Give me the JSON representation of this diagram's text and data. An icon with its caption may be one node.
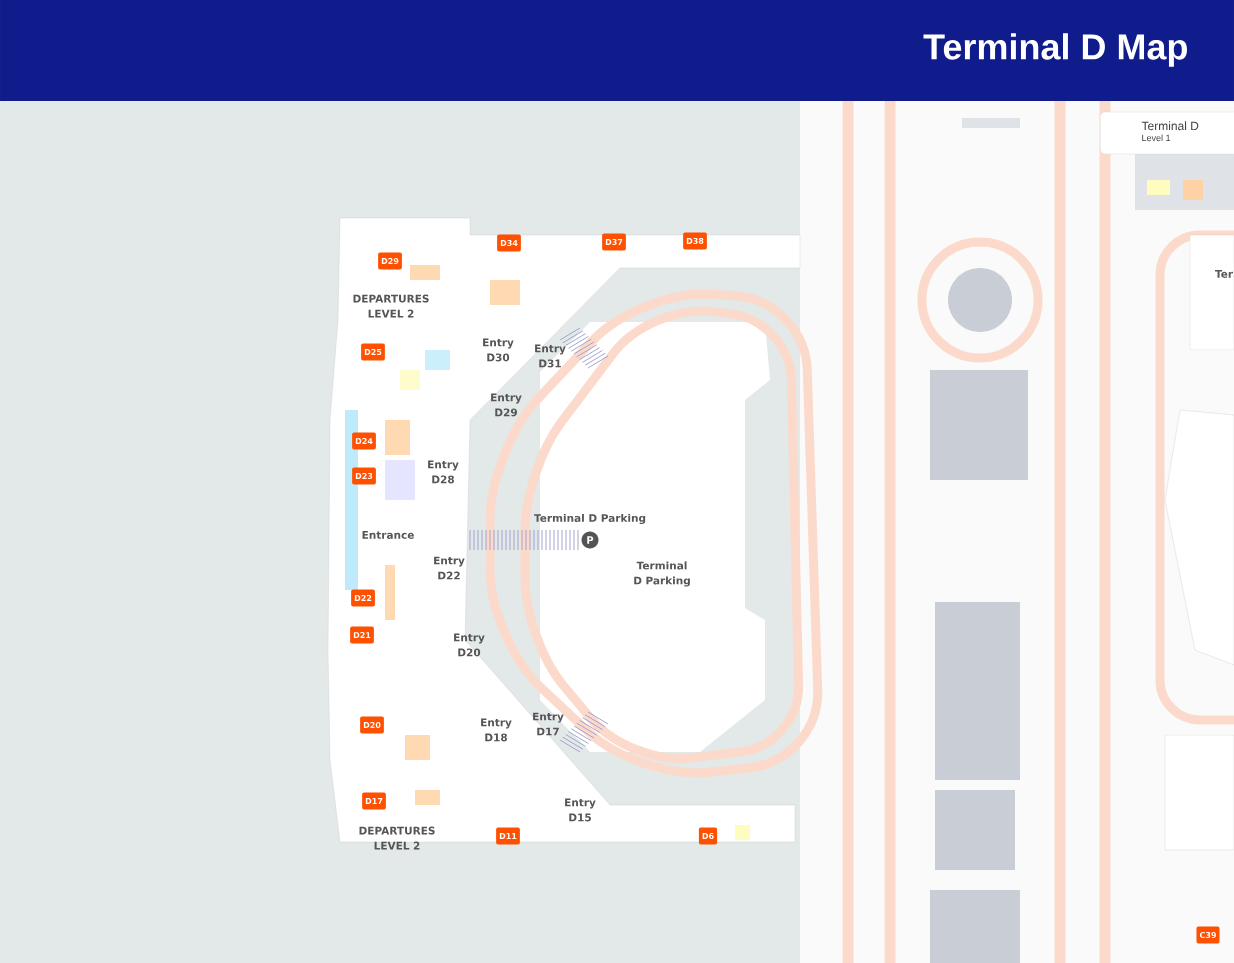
{
  "diagram": {
    "title": "Terminal D Map",
    "nodes": [
      {
        "text": [
          "Terminal D",
          "Level 1"
        ]
      },
      {
        "text": [
          "D29"
        ]
      },
      {
        "text": [
          "D34"
        ]
      },
      {
        "text": [
          "D37"
        ]
      },
      {
        "text": [
          "D38"
        ]
      },
      {
        "text": [
          "D25"
        ]
      },
      {
        "text": [
          "D24"
        ]
      },
      {
        "text": [
          "D23"
        ]
      },
      {
        "text": [
          "P"
        ]
      },
      {
        "text": [
          "D22"
        ]
      },
      {
        "text": [
          "D21"
        ]
      },
      {
        "text": [
          "D20"
        ]
      },
      {
        "text": [
          "D17"
        ]
      },
      {
        "text": [
          "D11"
        ]
      },
      {
        "text": [
          "D6"
        ]
      },
      {
        "text": [
          "C39"
        ]
      }
    ],
    "edges": [],
    "labels": [
      "DEPARTURES LEVEL 2",
      "Ter",
      "Entry D30",
      "Entry D31",
      "Entry D29",
      "Entry D28",
      "Terminal D Parking",
      "Entrance",
      "Entry D22",
      "Terminal D Parking",
      "Entry D20",
      "Entry D18",
      "Entry D17",
      "Entry D15",
      "DEPARTURES LEVEL 2"
    ]
  }
}
